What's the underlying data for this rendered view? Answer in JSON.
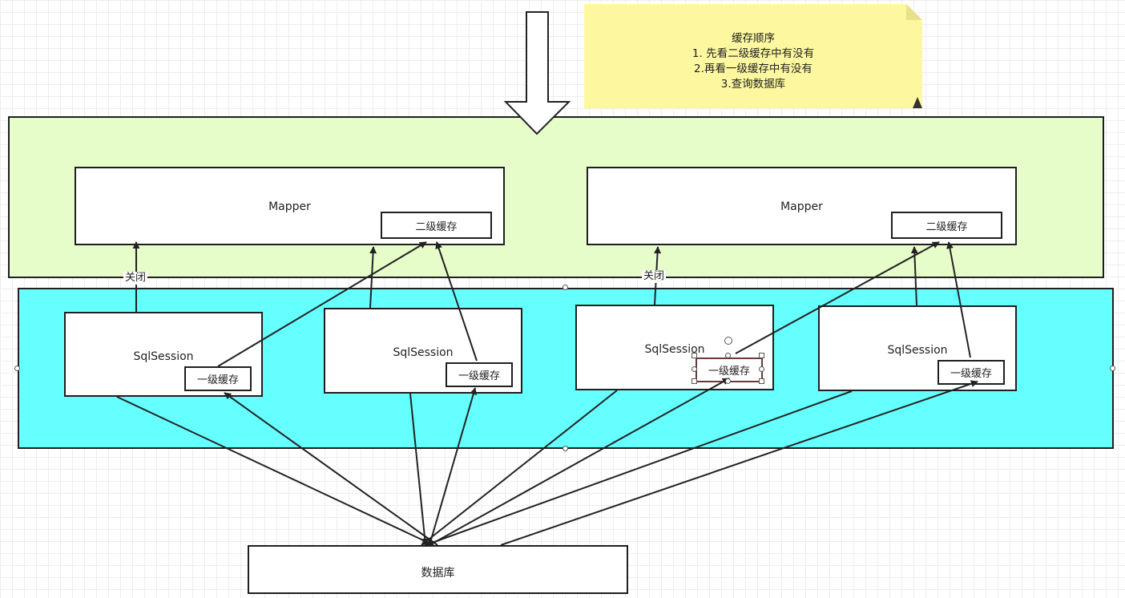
{
  "note": {
    "title": "缓存顺序",
    "lines": [
      "1. 先看二级缓存中有没有",
      "2.再看一级缓存中有没有",
      "3.查询数据库"
    ],
    "color": "#fdf8a0"
  },
  "mappers": [
    {
      "label": "Mapper",
      "cache": "二级缓存"
    },
    {
      "label": "Mapper",
      "cache": "二级缓存"
    }
  ],
  "sessions": [
    {
      "label": "SqlSession",
      "cache": "一级缓存"
    },
    {
      "label": "SqlSession",
      "cache": "一级缓存"
    },
    {
      "label": "SqlSession",
      "cache": "一级缓存"
    },
    {
      "label": "SqlSession",
      "cache": "一级缓存"
    }
  ],
  "edge_labels": [
    "关闭",
    "关闭"
  ],
  "database": {
    "label": "数据库"
  },
  "colors": {
    "mapper_region": "#e6fcc9",
    "session_region": "#66ffff",
    "line": "#222222"
  }
}
